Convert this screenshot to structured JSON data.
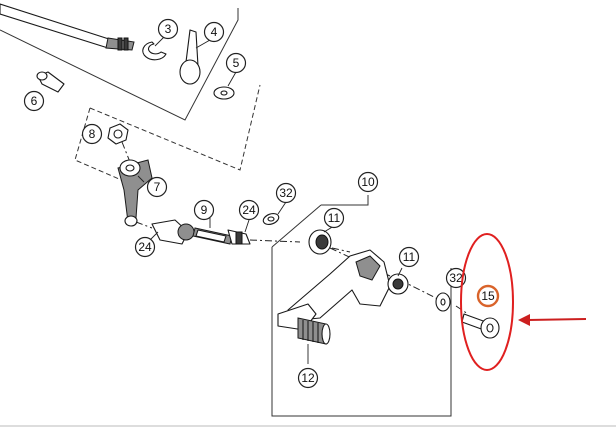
{
  "diagram": {
    "callouts": [
      {
        "id": "c3",
        "label": "3"
      },
      {
        "id": "c4",
        "label": "4"
      },
      {
        "id": "c5",
        "label": "5"
      },
      {
        "id": "c6",
        "label": "6"
      },
      {
        "id": "c7",
        "label": "7"
      },
      {
        "id": "c8",
        "label": "8"
      },
      {
        "id": "c9",
        "label": "9"
      },
      {
        "id": "c10",
        "label": "10"
      },
      {
        "id": "c11a",
        "label": "11"
      },
      {
        "id": "c11b",
        "label": "11"
      },
      {
        "id": "c12",
        "label": "12"
      },
      {
        "id": "c15",
        "label": "15"
      },
      {
        "id": "c24a",
        "label": "24"
      },
      {
        "id": "c24b",
        "label": "24"
      },
      {
        "id": "c32a",
        "label": "32"
      },
      {
        "id": "c32b",
        "label": "32"
      }
    ],
    "highlight": {
      "target_label": "15",
      "ring_color": "#d9632a",
      "ellipse_color": "#e02020",
      "arrow_color": "#cc1f1f"
    }
  }
}
